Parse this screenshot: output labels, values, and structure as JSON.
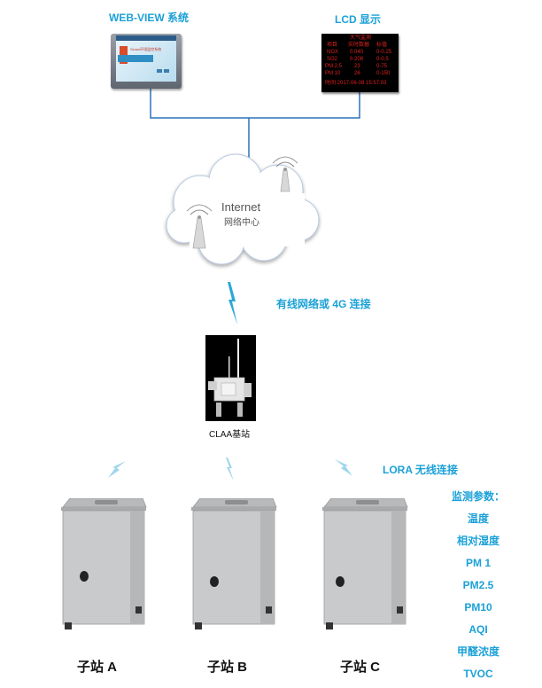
{
  "web_view": {
    "label": "WEB-VIEW 系统",
    "screen_text": "Sinian环境监控系统"
  },
  "lcd": {
    "label": "LCD 显示",
    "title": "大气监测",
    "headers": [
      "项目",
      "实时数据",
      "标值"
    ],
    "rows": [
      [
        "NOX",
        "0.040",
        "0-0.25"
      ],
      [
        "SO2",
        "0.208",
        "0-0.5"
      ],
      [
        "PM 2.5",
        "23",
        "0-75"
      ],
      [
        "PM 10",
        "26",
        "0-150"
      ]
    ],
    "footer": "时间:2017-06-08 15:57:03"
  },
  "cloud": {
    "title": "Internet",
    "subtitle": "网络中心"
  },
  "connections": {
    "wired": "有线网络或 4G 连接",
    "wireless": "LORA 无线连接"
  },
  "base_station": {
    "label": "CLAA基站"
  },
  "stations": [
    {
      "label": "子站 A"
    },
    {
      "label": "子站 B"
    },
    {
      "label": "子站 C"
    }
  ],
  "parameters": {
    "title": "监测参数：",
    "items": [
      "温度",
      "相对湿度",
      "PM 1",
      "PM2.5",
      "PM10",
      "AQI",
      "甲醛浓度",
      "TVOC"
    ]
  },
  "colors": {
    "accent": "#1ba1d8",
    "line": "#2a72b8",
    "lcd_text": "#e02020",
    "cabinet": "#c9cacc"
  }
}
